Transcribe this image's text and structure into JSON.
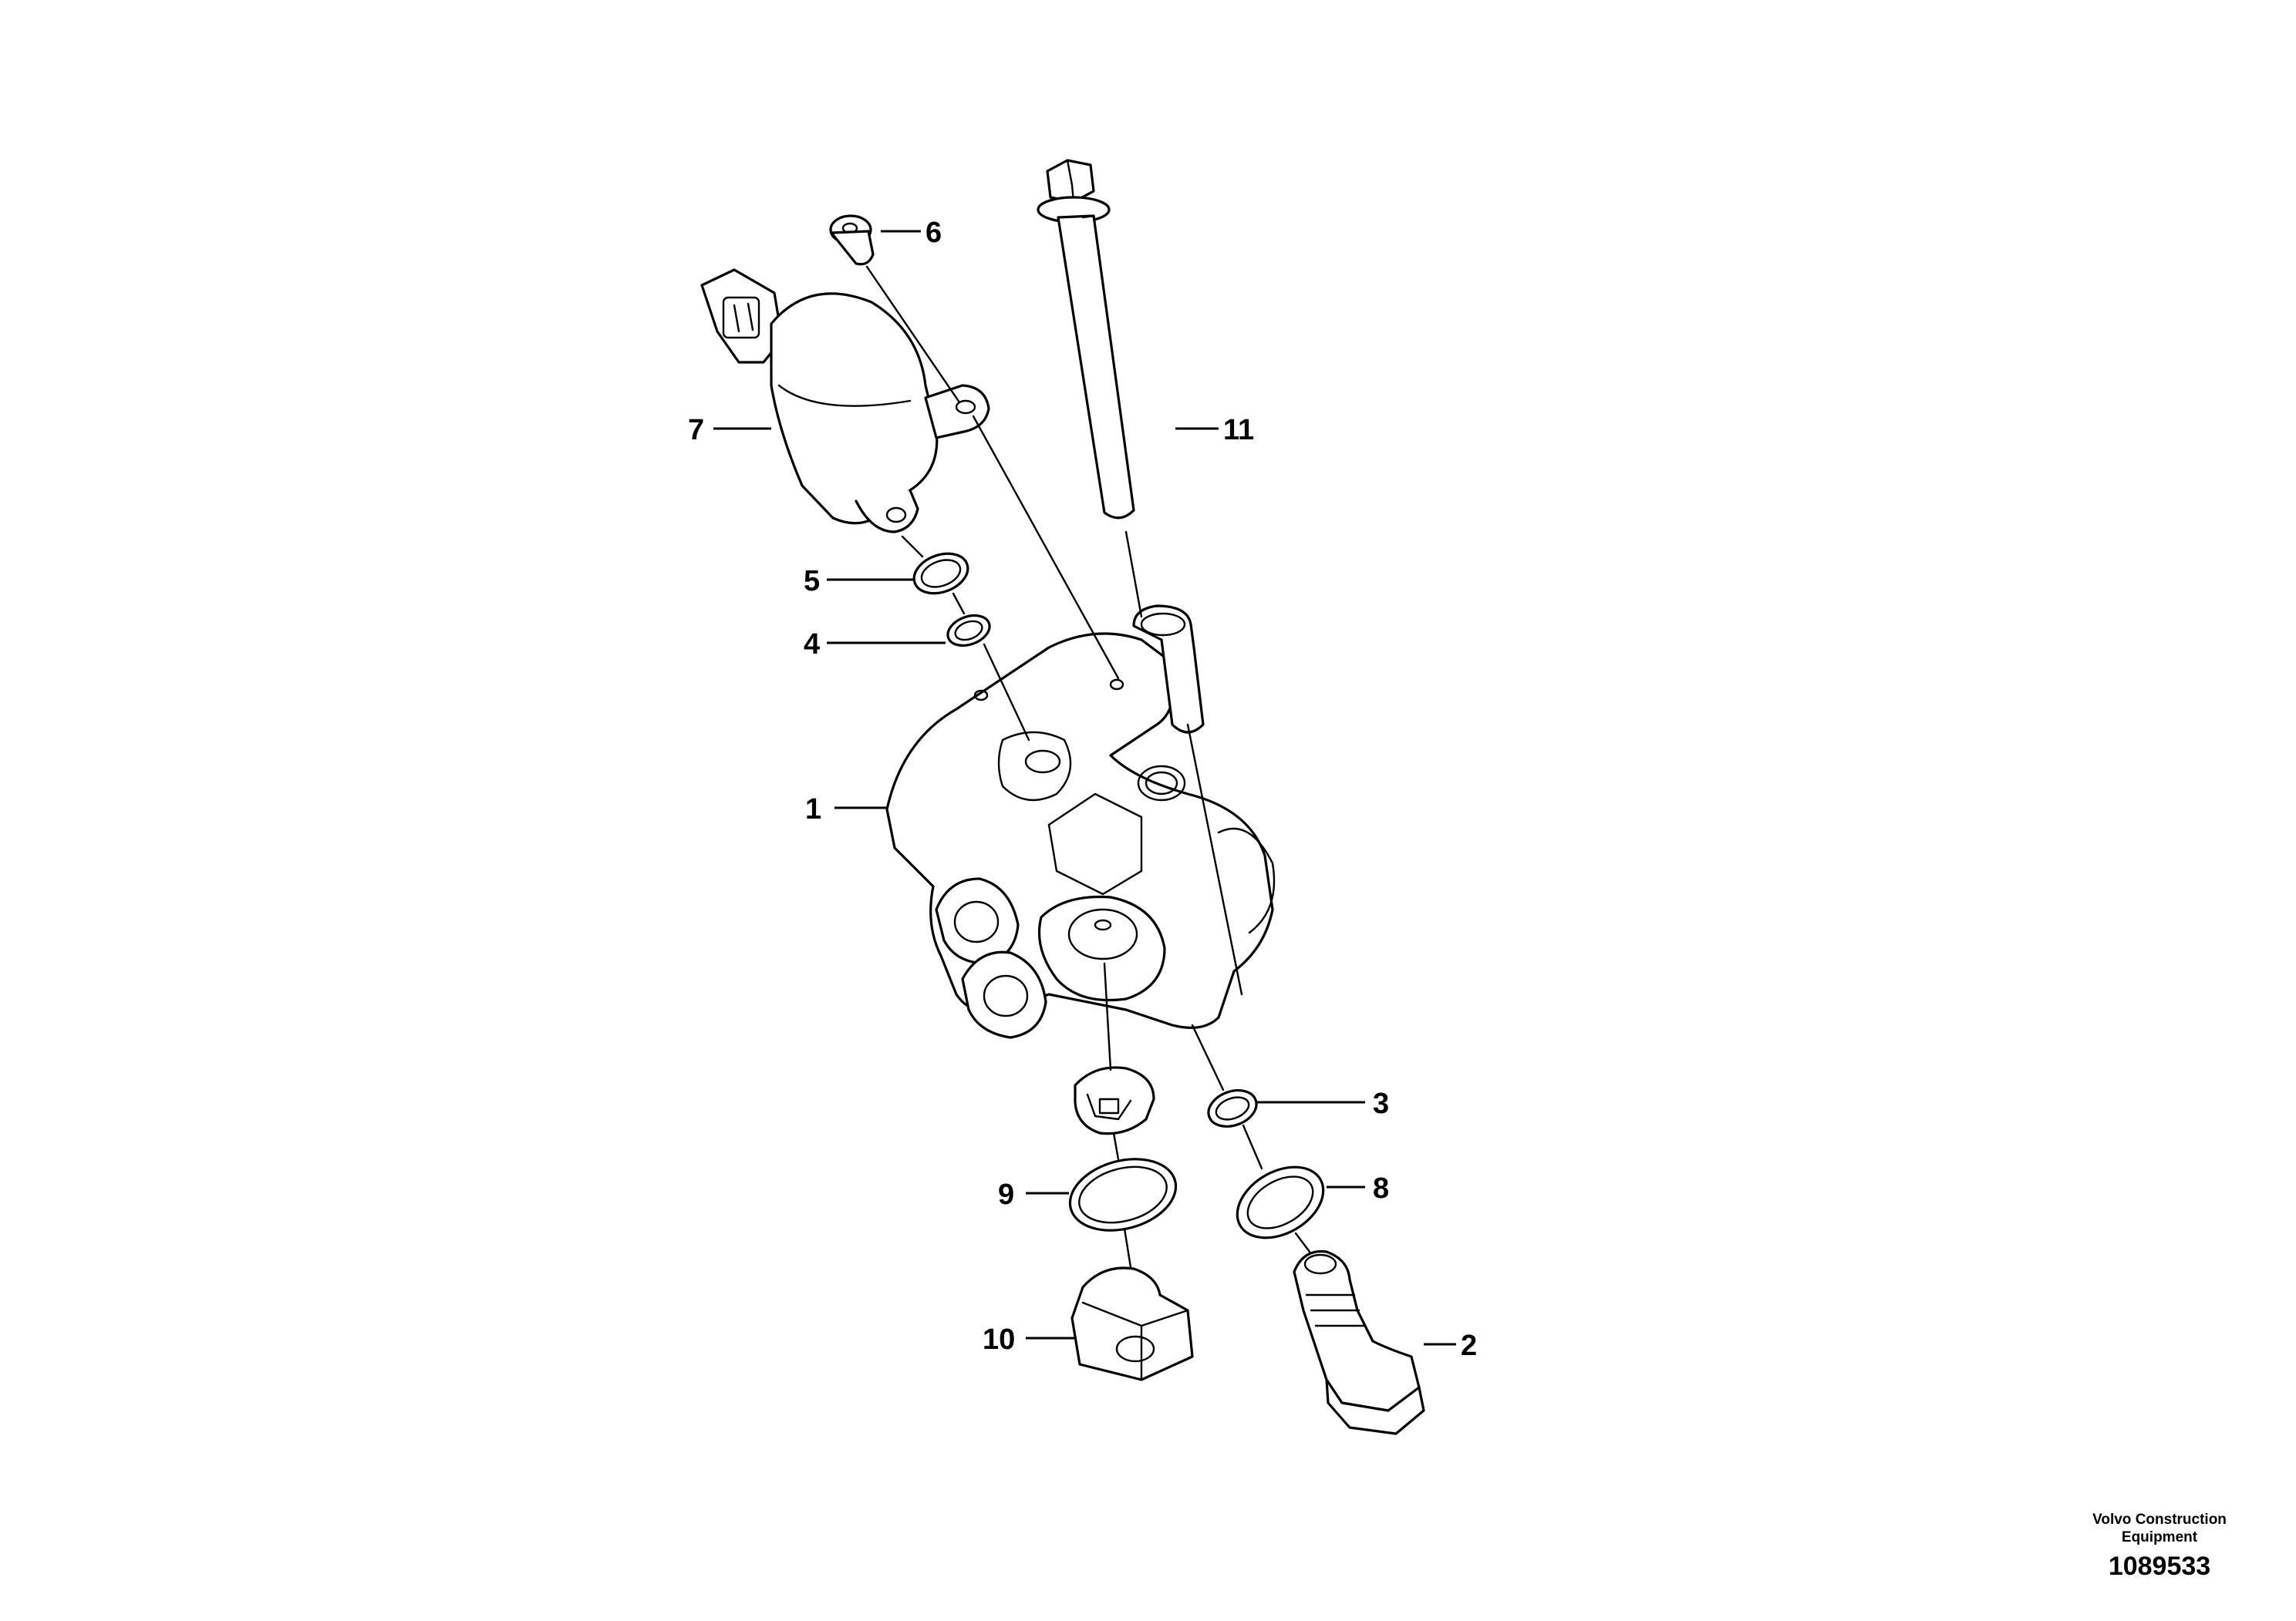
{
  "labels": {
    "p1": "1",
    "p2": "2",
    "p3": "3",
    "p4": "4",
    "p5": "5",
    "p6": "6",
    "p7": "7",
    "p8": "8",
    "p9": "9",
    "p10": "10",
    "p11": "11"
  },
  "credit": {
    "company_line1": "Volvo Construction",
    "company_line2": "Equipment",
    "drawing_number": "1089533"
  }
}
